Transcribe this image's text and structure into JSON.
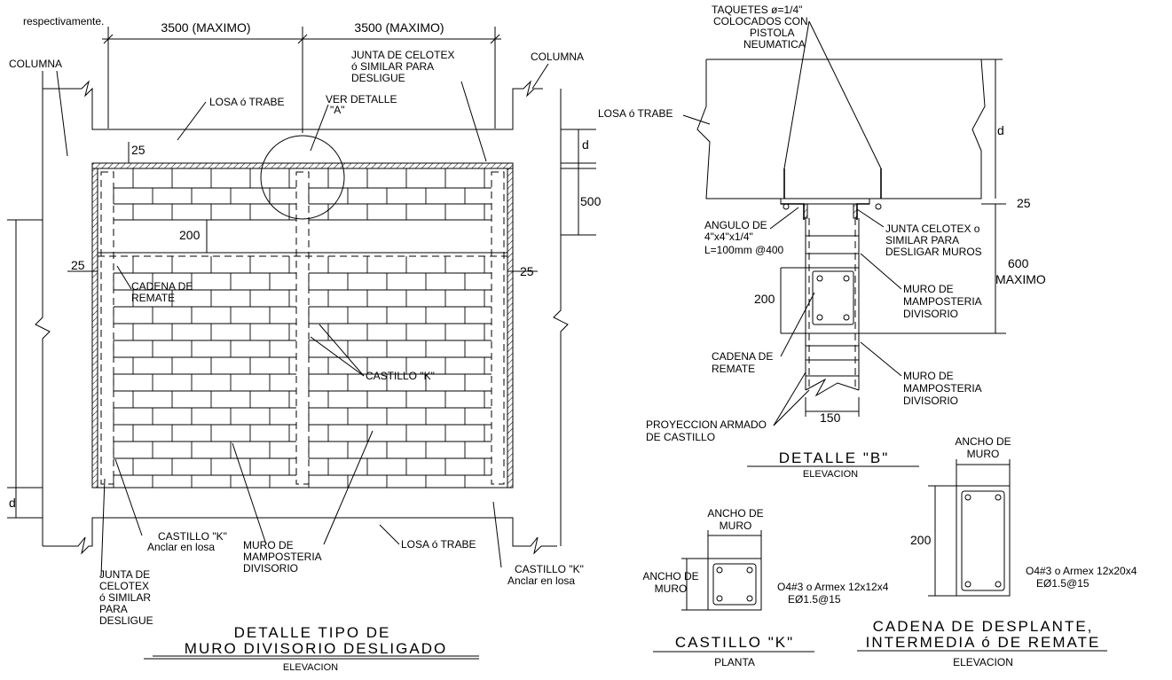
{
  "header_note": "respectivamente.",
  "left": {
    "dims": {
      "span_1": "3500 (MAXIMO)",
      "span_2": "3500 (MAXIMO)",
      "cover_top": "25",
      "gap_200": "200",
      "side_left": "25",
      "side_right": "25",
      "d_right": "d",
      "h_500": "500",
      "d_left": "d"
    },
    "labels": {
      "columna_left": "COLUMNA",
      "columna_right": "COLUMNA",
      "losa_top": "LOSA ó TRABE",
      "ver_detalle_1": "VER DETALLE",
      "ver_detalle_2": "\"A\"",
      "junta_top_1": "JUNTA DE CELOTEX",
      "junta_top_2": "ó SIMILAR PARA",
      "junta_top_3": "DESLIGUE",
      "cadena_1": "CADENA DE",
      "cadena_2": "REMATE",
      "castillo_mid": "CASTILLO \"K\"",
      "castillo_anc_1": "CASTILLO \"K\"",
      "castillo_anc_2": "Anclar en losa",
      "muro_1": "MURO DE",
      "muro_2": "MAMPOSTERIA",
      "muro_3": "DIVISORIO",
      "losa_bottom": "LOSA ó TRABE",
      "castillo_r_1": "CASTILLO \"K\"",
      "castillo_r_2": "Anclar en losa",
      "junta_bot_1": "JUNTA DE",
      "junta_bot_2": "CELOTEX",
      "junta_bot_3": "ó SIMILAR",
      "junta_bot_4": "PARA",
      "junta_bot_5": "DESLIGUE"
    },
    "title_1": "DETALLE TIPO DE",
    "title_2": "MURO DIVISORIO DESLIGADO",
    "subtitle": "ELEVACION"
  },
  "detail_b": {
    "taquetes_1": "TAQUETES ø=1/4\"",
    "taquetes_2": "COLOCADOS CON",
    "taquetes_3": "PISTOLA",
    "taquetes_4": "NEUMATICA",
    "losa": "LOSA ó TRABE",
    "d": "d",
    "dim_25": "25",
    "angulo_1": "ANGULO DE",
    "angulo_2": "4\"x4\"x1/4\"",
    "angulo_3": "L=100mm @400",
    "junta_1": "JUNTA CELOTEX o",
    "junta_2": "SIMILAR PARA",
    "junta_3": "DESLIGAR MUROS",
    "dim_600_1": "600",
    "dim_600_2": "MAXIMO",
    "dim_200": "200",
    "muro_a_1": "MURO DE",
    "muro_a_2": "MAMPOSTERIA",
    "muro_a_3": "DIVISORIO",
    "cadena_1": "CADENA DE",
    "cadena_2": "REMATE",
    "muro_b_1": "MURO DE",
    "muro_b_2": "MAMPOSTERIA",
    "muro_b_3": "DIVISORIO",
    "proy_1": "PROYECCION ARMADO",
    "proy_2": "DE CASTILLO",
    "dim_150": "150",
    "title": "DETALLE \"B\"",
    "subtitle": "ELEVACION"
  },
  "castillo": {
    "ancho_top_1": "ANCHO DE",
    "ancho_top_2": "MURO",
    "ancho_left_1": "ANCHO DE",
    "ancho_left_2": "MURO",
    "spec_1": "O4#3 o Armex 12x12x4",
    "spec_2": "EØ1.5@15",
    "title": "CASTILLO \"K\"",
    "subtitle": "PLANTA"
  },
  "cadena": {
    "ancho_1": "ANCHO DE",
    "ancho_2": "MURO",
    "dim_200": "200",
    "spec_1": "O4#3 o Armex 12x20x4",
    "spec_2": "EØ1.5@15",
    "title_1": "CADENA DE DESPLANTE,",
    "title_2": "INTERMEDIA ó DE REMATE",
    "subtitle": "ELEVACION"
  }
}
